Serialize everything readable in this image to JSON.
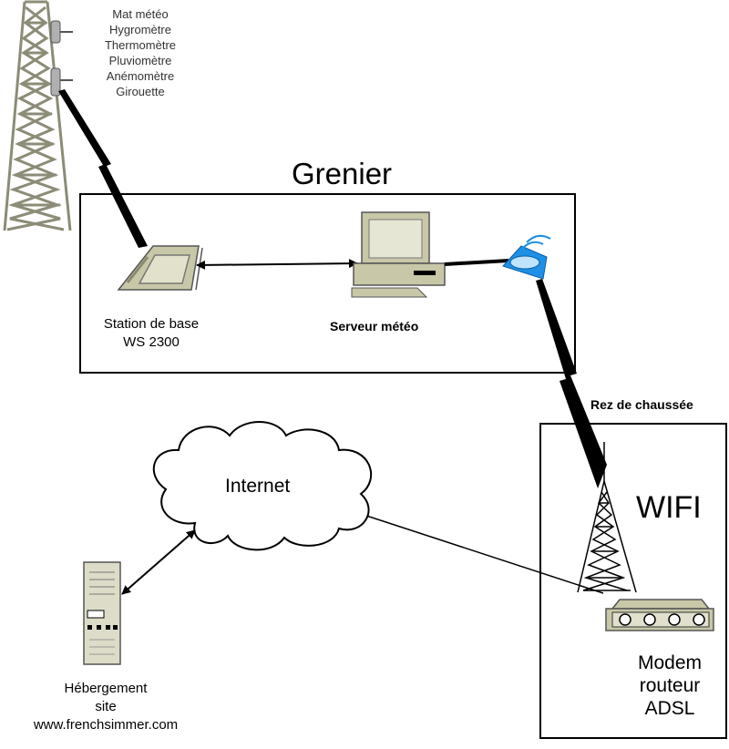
{
  "mast": {
    "labels": [
      "Mat météo",
      "Hygromètre",
      "Thermomètre",
      "Pluviomètre",
      "Anémomètre",
      "Girouette"
    ]
  },
  "attic": {
    "title": "Grenier"
  },
  "base_station": {
    "line1": "Station de base",
    "line2": "WS 2300"
  },
  "server": {
    "label": "Serveur météo"
  },
  "ground_floor": {
    "title": "Rez de chaussée"
  },
  "wifi": {
    "label": "WIFI"
  },
  "modem": {
    "line1": "Modem",
    "line2": "routeur",
    "line3": "ADSL"
  },
  "internet": {
    "label": "Internet"
  },
  "hosting": {
    "line1": "Hébergement",
    "line2": "site",
    "line3": "www.frenchsimmer.com"
  },
  "colors": {
    "mast": "#8c8c77",
    "device": "#c8c8a8",
    "wifi_adapter": "#1e90e6",
    "line": "#000000"
  }
}
